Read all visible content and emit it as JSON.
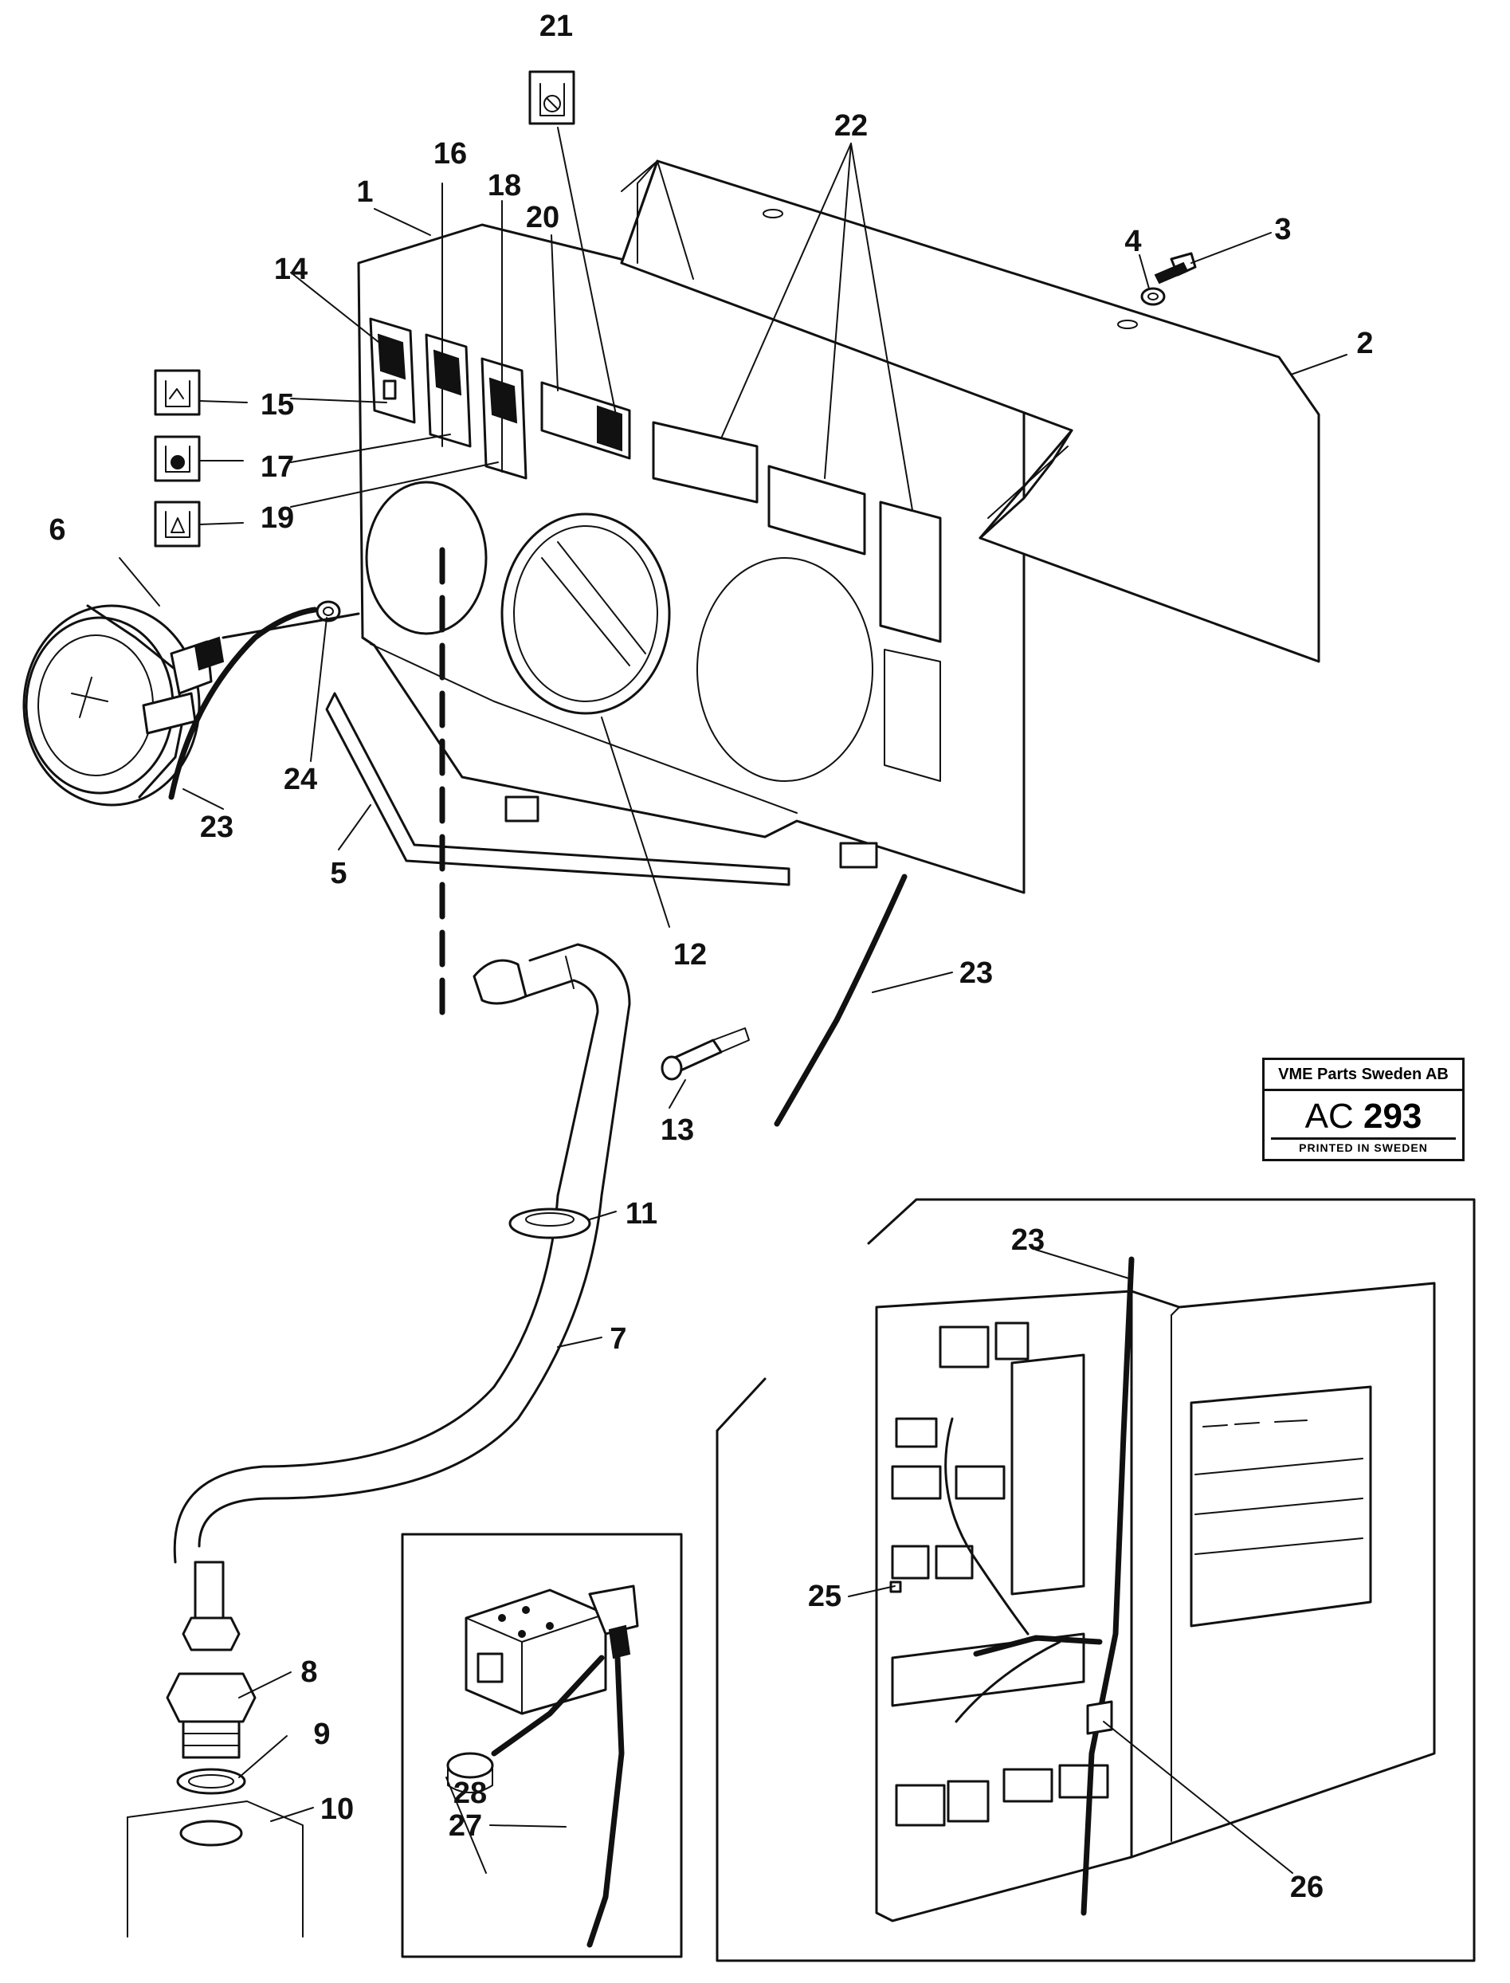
{
  "title_block": {
    "company": "VME Parts Sweden AB",
    "code_prefix": "AC",
    "code_number": "293",
    "printed": "PRINTED IN SWEDEN"
  },
  "callouts": [
    "1",
    "2",
    "3",
    "4",
    "5",
    "6",
    "7",
    "8",
    "9",
    "10",
    "11",
    "12",
    "13",
    "14",
    "15",
    "16",
    "17",
    "18",
    "19",
    "20",
    "21",
    "22",
    "23",
    "24",
    "25",
    "26",
    "27",
    "28"
  ],
  "labels": {
    "c1": "1",
    "c2": "2",
    "c3": "3",
    "c4": "4",
    "c5": "5",
    "c6": "6",
    "c7": "7",
    "c8": "8",
    "c9": "9",
    "c10": "10",
    "c11": "11",
    "c12": "12",
    "c13": "13",
    "c14": "14",
    "c15": "15",
    "c16": "16",
    "c17": "17",
    "c18": "18",
    "c19": "19",
    "c20": "20",
    "c21": "21",
    "c22": "22",
    "c23a": "23",
    "c23b": "23",
    "c23c": "23",
    "c24": "24",
    "c25": "25",
    "c26": "26",
    "c27": "27",
    "c28": "28"
  }
}
